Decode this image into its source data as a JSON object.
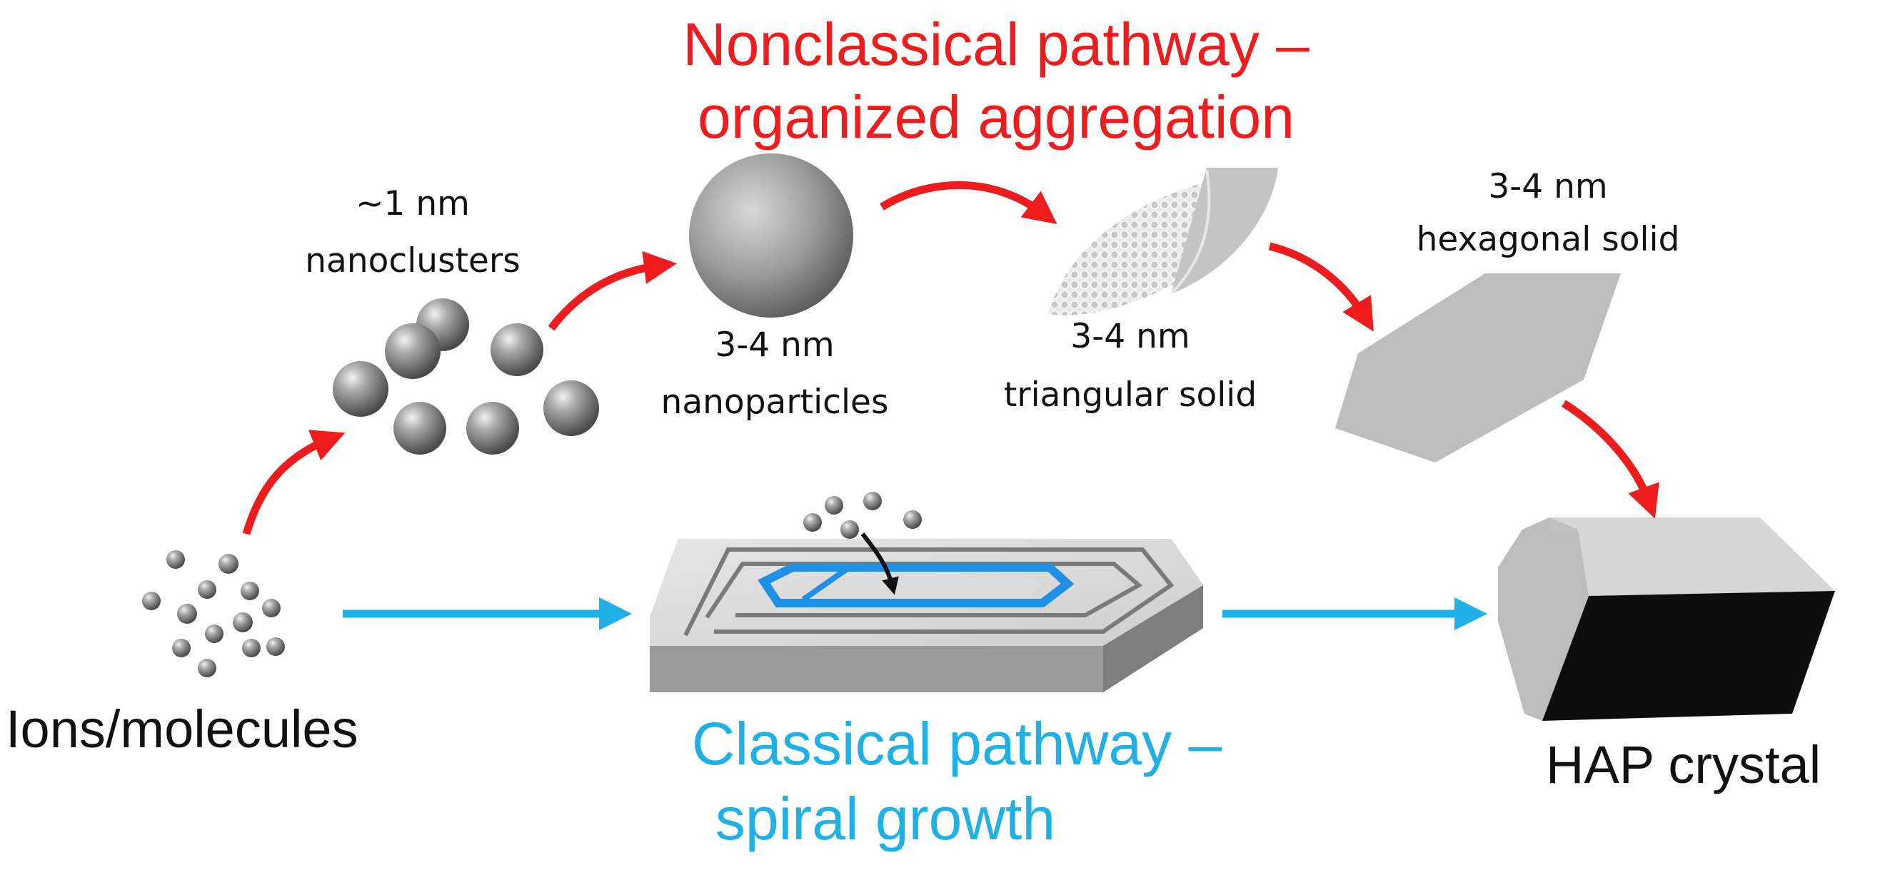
{
  "nonclassical": {
    "title_line1": "Nonclassical pathway –",
    "title_line2": "organized aggregation",
    "color": "#ee1c1c"
  },
  "classical": {
    "title_line1": "Classical pathway –",
    "title_line2": "spiral growth",
    "color": "#1fb0e6"
  },
  "stages": {
    "ions": {
      "label": "Ions/molecules"
    },
    "nanoclusters": {
      "size": "~1 nm",
      "label": "nanoclusters"
    },
    "nanoparticles": {
      "size": "3-4 nm",
      "label": "nanoparticles"
    },
    "triangular": {
      "size": "3-4 nm",
      "label": "triangular solid"
    },
    "hexagonal": {
      "size": "3-4 nm",
      "label": "hexagonal solid"
    },
    "crystal": {
      "label": "HAP crystal"
    }
  },
  "icons": {
    "ion-dots": "small grey spheres",
    "nanocluster-spheres": "grey spheres",
    "nanoparticle-sphere": "large grey sphere",
    "triangular-solid": "lens-shaped particle",
    "hexagonal-solid": "flat hexagonal plate",
    "hap-crystal": "hexagonal prism",
    "spiral-growth-plate": "terrace with spiral step"
  }
}
